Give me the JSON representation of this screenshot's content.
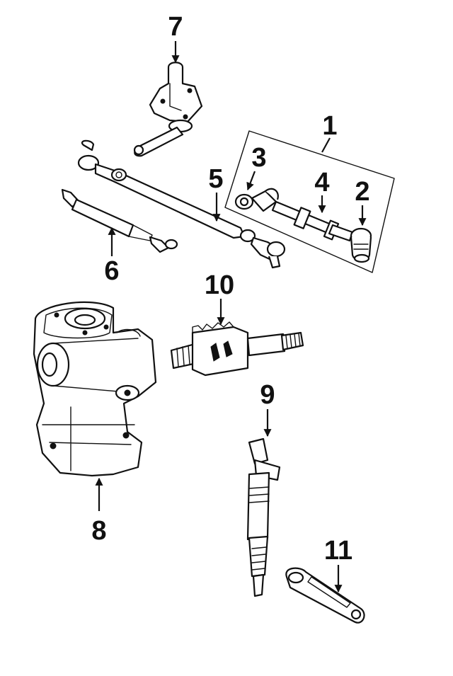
{
  "diagram": {
    "title": "Steering gear & linkage exploded parts diagram",
    "colors": {
      "ink": "#111111",
      "background": "#ffffff"
    },
    "callouts": [
      {
        "id": "1",
        "label": "1",
        "part": "tie-rod-assembly-kit"
      },
      {
        "id": "2",
        "label": "2",
        "part": "outer-tie-rod-end"
      },
      {
        "id": "3",
        "label": "3",
        "part": "inner-tie-rod-end"
      },
      {
        "id": "4",
        "label": "4",
        "part": "adjusting-sleeve"
      },
      {
        "id": "5",
        "label": "5",
        "part": "center-link"
      },
      {
        "id": "6",
        "label": "6",
        "part": "steering-damper"
      },
      {
        "id": "7",
        "label": "7",
        "part": "idler-arm"
      },
      {
        "id": "8",
        "label": "8",
        "part": "steering-gear-box"
      },
      {
        "id": "9",
        "label": "9",
        "part": "sector-shaft"
      },
      {
        "id": "10",
        "label": "10",
        "part": "rack-piston-worm-shaft"
      },
      {
        "id": "11",
        "label": "11",
        "part": "pitman-arm"
      }
    ]
  }
}
